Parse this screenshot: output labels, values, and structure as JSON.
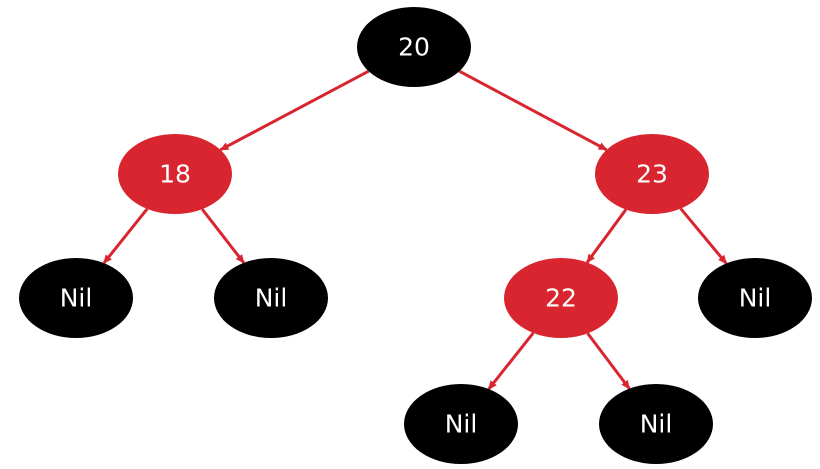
{
  "colors": {
    "black_node": "#000000",
    "red_node": "#d9252f",
    "edge": "#d9252f",
    "label": "#ffffff"
  },
  "nodes": [
    {
      "id": "n20",
      "label": "20",
      "color": "black"
    },
    {
      "id": "n18",
      "label": "18",
      "color": "red"
    },
    {
      "id": "n23",
      "label": "23",
      "color": "red"
    },
    {
      "id": "nil18l",
      "label": "Nil",
      "color": "black"
    },
    {
      "id": "nil18r",
      "label": "Nil",
      "color": "black"
    },
    {
      "id": "n22",
      "label": "22",
      "color": "red"
    },
    {
      "id": "nil23r",
      "label": "Nil",
      "color": "black"
    },
    {
      "id": "nil22l",
      "label": "Nil",
      "color": "black"
    },
    {
      "id": "nil22r",
      "label": "Nil",
      "color": "black"
    }
  ],
  "edges": [
    {
      "from": "n20",
      "to": "n18"
    },
    {
      "from": "n20",
      "to": "n23"
    },
    {
      "from": "n18",
      "to": "nil18l"
    },
    {
      "from": "n18",
      "to": "nil18r"
    },
    {
      "from": "n23",
      "to": "n22"
    },
    {
      "from": "n23",
      "to": "nil23r"
    },
    {
      "from": "n22",
      "to": "nil22l"
    },
    {
      "from": "n22",
      "to": "nil22r"
    }
  ]
}
